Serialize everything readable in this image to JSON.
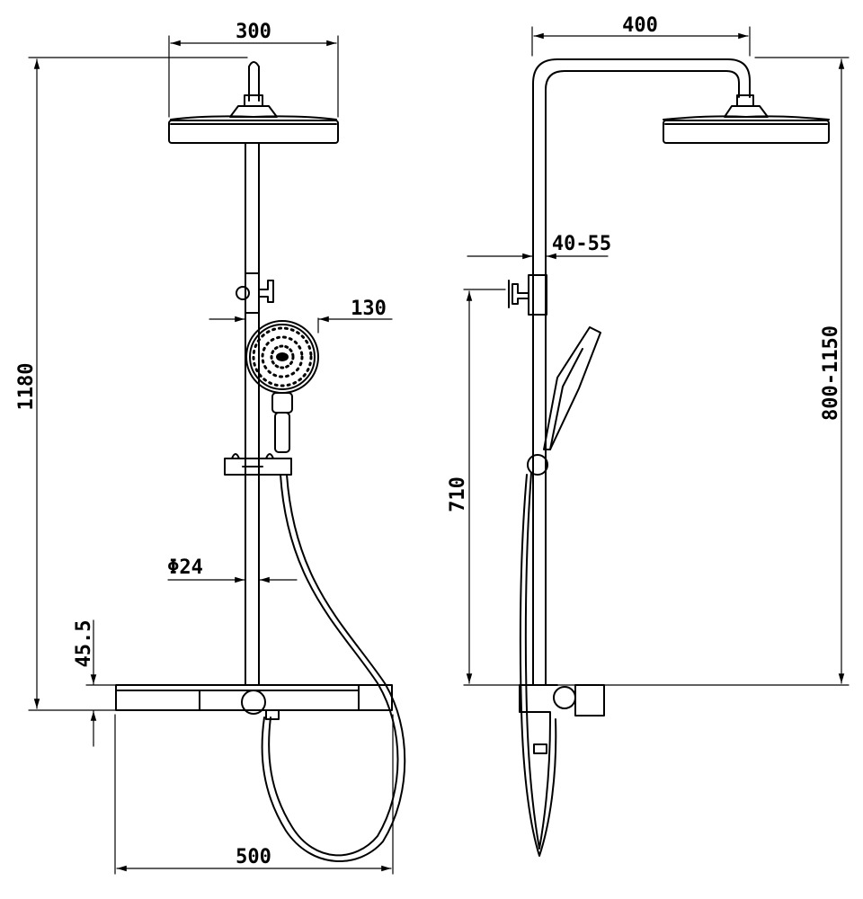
{
  "dimensions": {
    "head_width_front": "300",
    "head_width_side": "400",
    "overall_height": "1180",
    "handshower_diameter": "130",
    "clamp_distance": "40-55",
    "height_adjust": "800-1150",
    "bar_diameter": "Φ24",
    "outlet_offset": "45.5",
    "mixer_height": "710",
    "mixer_width": "500"
  },
  "colors": {
    "line": "#000000",
    "background": "#ffffff"
  }
}
